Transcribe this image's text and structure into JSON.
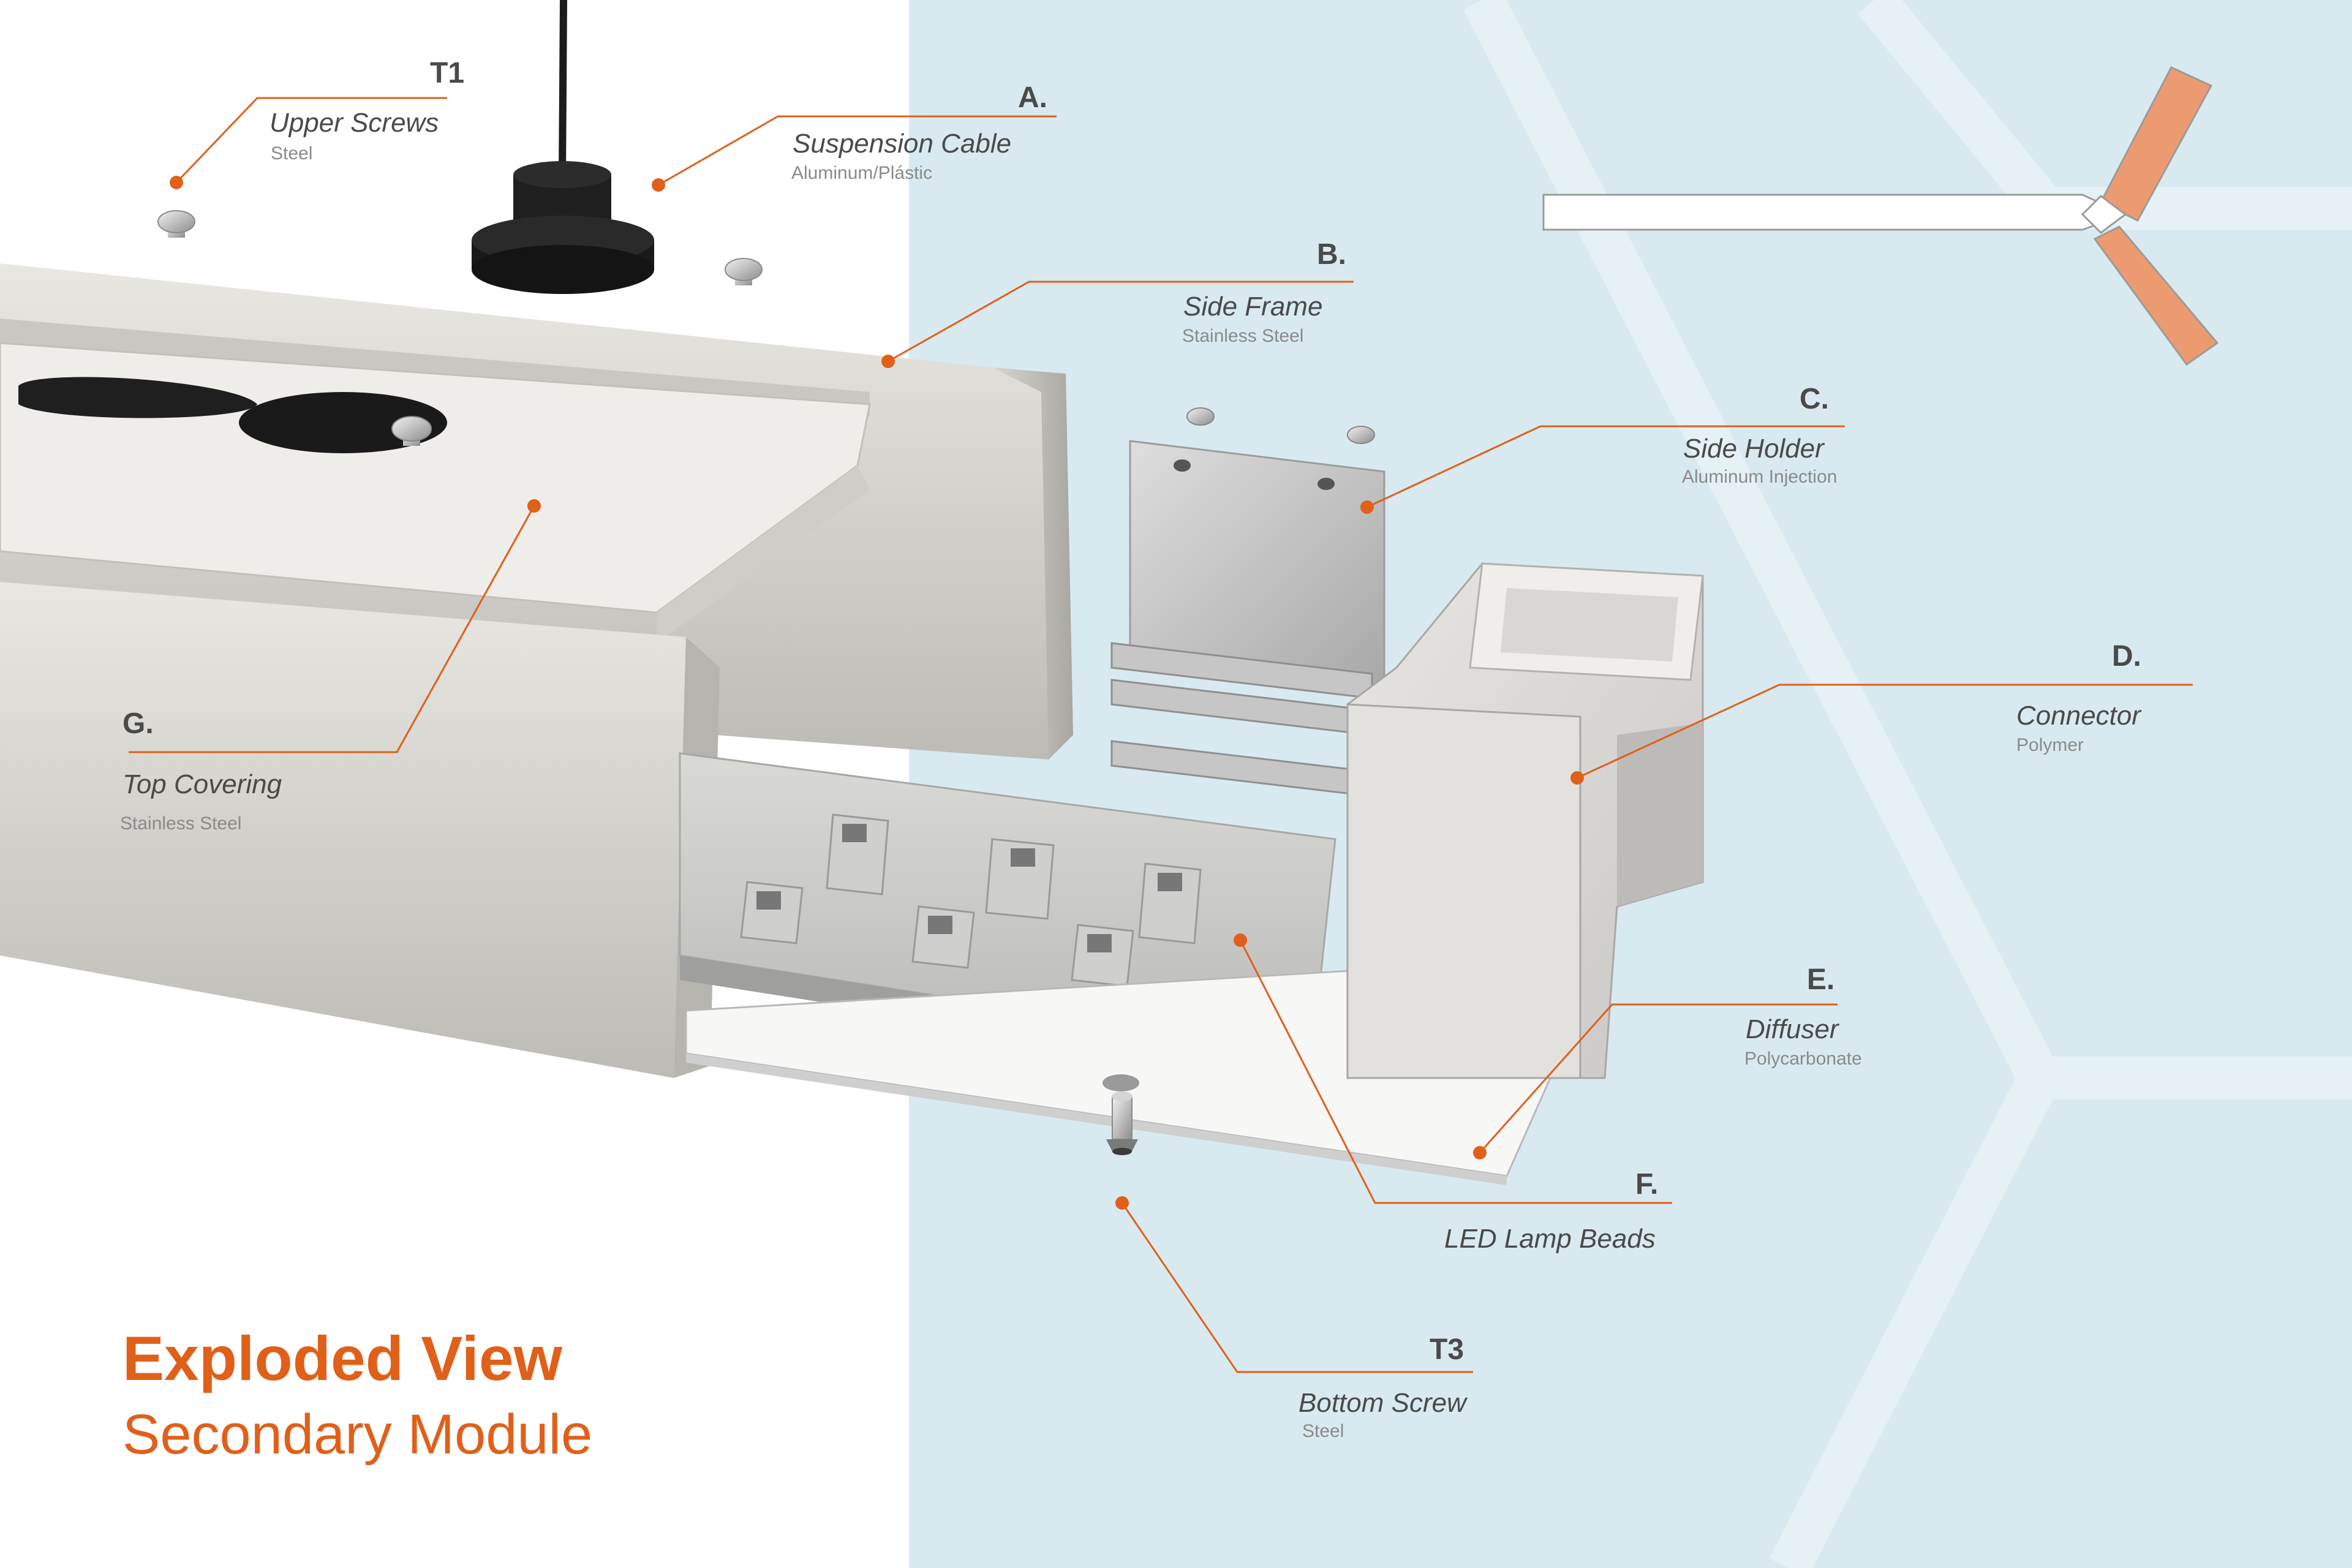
{
  "title": "Exploded View",
  "subtitle": "Secondary Module",
  "colors": {
    "accent": "#e0601a",
    "background_right": "#d8eaf0",
    "leader_line": "#e0601a"
  },
  "parts": {
    "t1": {
      "code": "T1",
      "name": "Upper Screws",
      "material": "Steel"
    },
    "a": {
      "code": "A.",
      "name": "Suspension Cable",
      "material": "Aluminum/Plástic"
    },
    "b": {
      "code": "B.",
      "name": "Side Frame",
      "material": "Stainless Steel"
    },
    "c": {
      "code": "C.",
      "name": "Side Holder",
      "material": "Aluminum Injection"
    },
    "d": {
      "code": "D.",
      "name": "Connector",
      "material": "Polymer"
    },
    "e": {
      "code": "E.",
      "name": "Diffuser",
      "material": "Polycarbonate"
    },
    "f": {
      "code": "F.",
      "name": "LED Lamp Beads"
    },
    "g": {
      "code": "G.",
      "name": "Top Covering",
      "material": "Stainless Steel"
    },
    "t3": {
      "code": "T3",
      "name": "Bottom Screw",
      "material": "Steel"
    }
  }
}
